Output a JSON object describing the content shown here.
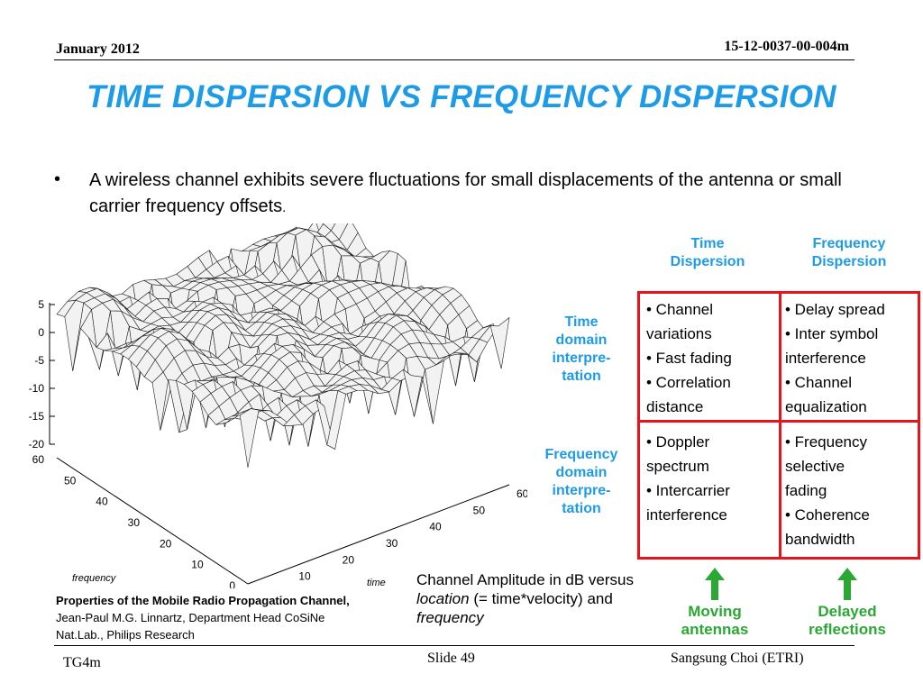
{
  "header": {
    "date": "January 2012",
    "doc_number": "15-12-0037-00-004m"
  },
  "title": "TIME DISPERSION VS FREQUENCY DISPERSION",
  "bullet": {
    "text": "A wireless channel exhibits severe fluctuations for small displacements of the antenna or small carrier frequency offsets",
    "end": "."
  },
  "table": {
    "col_headers": [
      {
        "line1": "Time",
        "line2": "Dispersion"
      },
      {
        "line1": "Frequency",
        "line2": "Dispersion"
      }
    ],
    "row_headers": [
      {
        "line1": "Time",
        "line2": "domain",
        "line3": "interpre-",
        "line4": "tation"
      },
      {
        "line1": "Frequency",
        "line2": "domain",
        "line3": "interpre-",
        "line4": "tation"
      }
    ],
    "cells": {
      "r0c0": [
        "• Channel",
        "variations",
        "• Fast fading",
        "• Correlation",
        "distance"
      ],
      "r0c1": [
        "• Delay spread",
        "• Inter symbol",
        "interference",
        "• Channel",
        "equalization"
      ],
      "r1c0": [
        "• Doppler",
        "spectrum",
        "• Intercarrier",
        "interference"
      ],
      "r1c1": [
        "• Frequency",
        "selective",
        "fading",
        "• Coherence",
        "bandwidth"
      ]
    }
  },
  "caption": {
    "line1": "Channel Amplitude in dB versus",
    "location": "location",
    "mid": " (= time*velocity) and",
    "frequency": "frequency"
  },
  "arrows": {
    "left": {
      "line1": "Moving",
      "line2": "antennas"
    },
    "right": {
      "line1": "Delayed",
      "line2": "reflections"
    },
    "color": "#2aa833"
  },
  "reference": {
    "title": "Properties of the Mobile Radio Propagation Channel,",
    "line2": "Jean-Paul M.G. Linnartz, Department Head CoSiNe",
    "line3": "Nat.Lab., Philips Research"
  },
  "plot": {
    "z_ticks": [
      "5",
      "0",
      "-5",
      "-10",
      "-15",
      "-20"
    ],
    "freq_ticks": [
      "60",
      "50",
      "40",
      "30",
      "20",
      "10",
      "0"
    ],
    "time_ticks": [
      "0",
      "10",
      "20",
      "30",
      "40",
      "50",
      "60"
    ],
    "freq_label": "frequency",
    "time_label": "time"
  },
  "footer": {
    "left": "TG4m",
    "center": "Slide 49",
    "right": "Sangsung Choi (ETRI)"
  },
  "colors": {
    "accent": "#1e9be6",
    "grid_red": "#e8141b",
    "green": "#2aa833"
  }
}
